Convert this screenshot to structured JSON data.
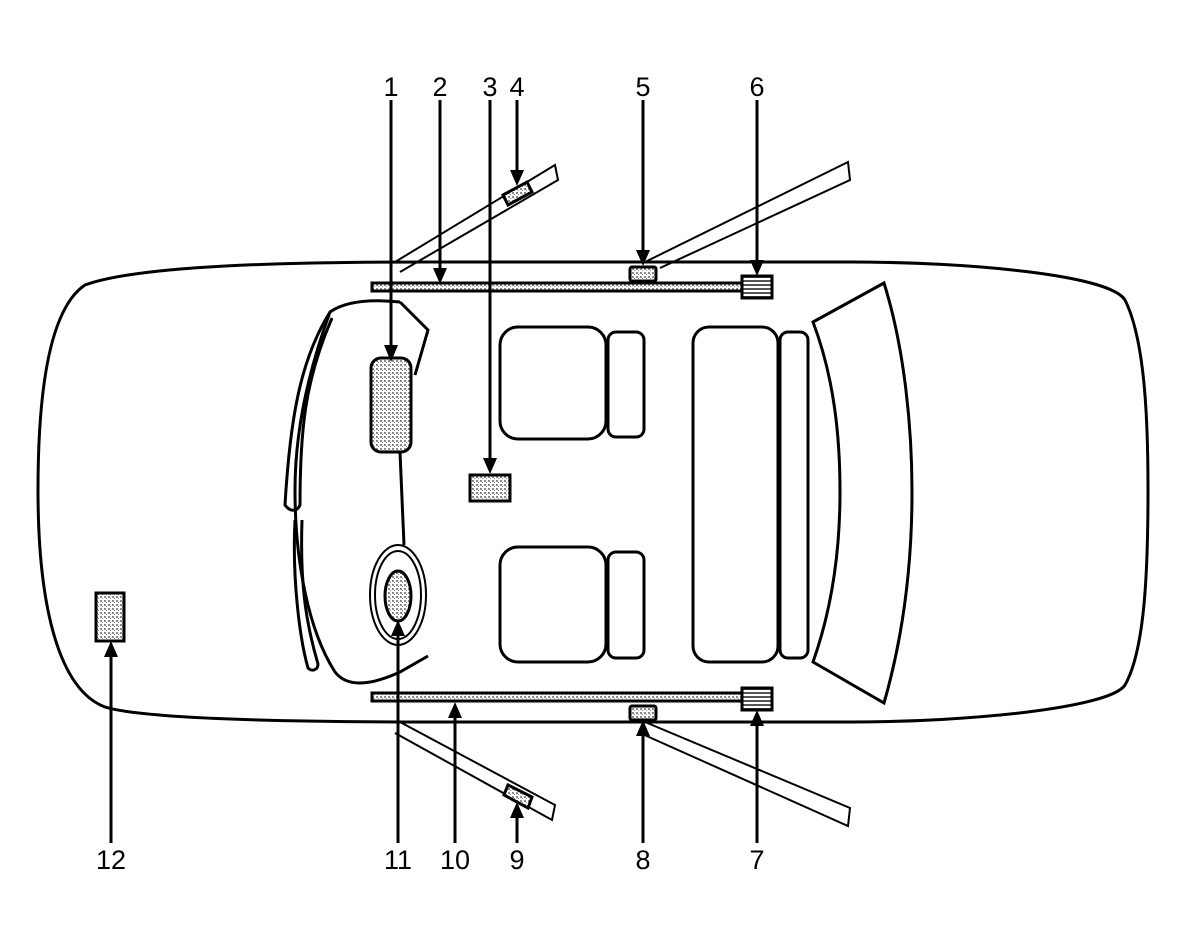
{
  "colors": {
    "ink": "#000000",
    "paper": "#ffffff",
    "fill": "#cfcfcf"
  },
  "callouts": [
    {
      "id": "1",
      "label": "1"
    },
    {
      "id": "2",
      "label": "2"
    },
    {
      "id": "3",
      "label": "3"
    },
    {
      "id": "4",
      "label": "4"
    },
    {
      "id": "5",
      "label": "5"
    },
    {
      "id": "6",
      "label": "6"
    },
    {
      "id": "7",
      "label": "7"
    },
    {
      "id": "8",
      "label": "8"
    },
    {
      "id": "9",
      "label": "9"
    },
    {
      "id": "10",
      "label": "10"
    },
    {
      "id": "11",
      "label": "11"
    },
    {
      "id": "12",
      "label": "12"
    }
  ]
}
